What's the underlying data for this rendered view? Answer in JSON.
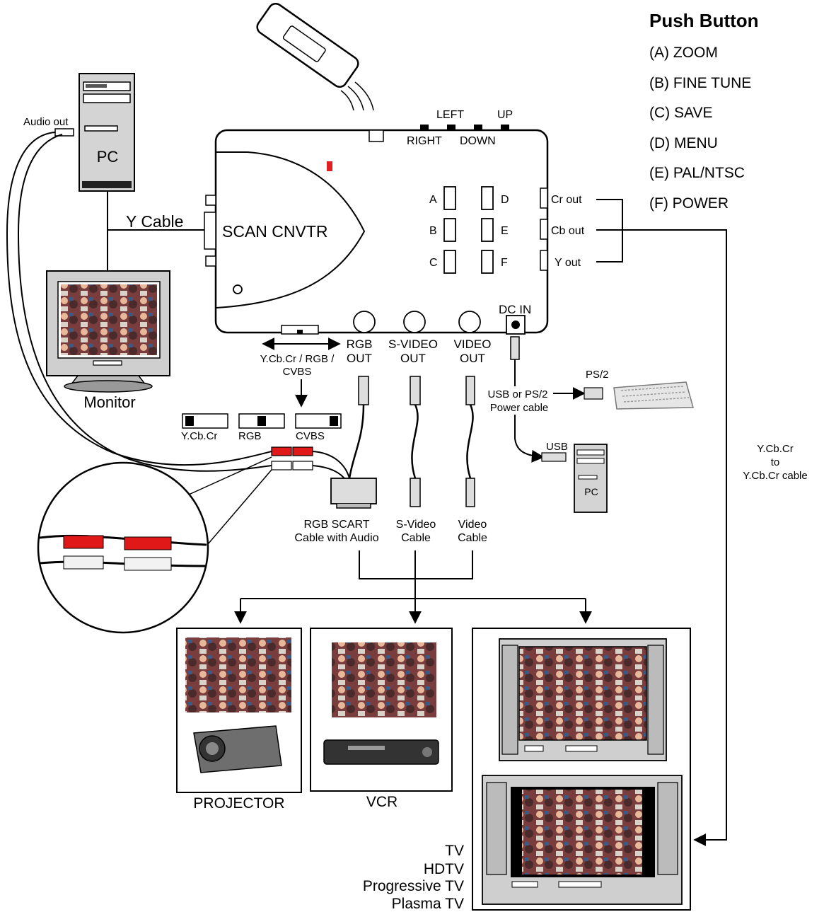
{
  "legend": {
    "title": "Push Button",
    "items": [
      "(A) ZOOM",
      "(B) FINE TUNE",
      "(C) SAVE",
      "(D) MENU",
      "(E) PAL/NTSC",
      "(F) POWER"
    ]
  },
  "pc": {
    "label": "PC",
    "audio_out": "Audio out",
    "y_cable": "Y Cable"
  },
  "monitor": {
    "label": "Monitor"
  },
  "converter": {
    "label": "SCAN CNVTR",
    "nav": {
      "left": "LEFT",
      "up": "UP",
      "right": "RIGHT",
      "down": "DOWN"
    },
    "buttons": [
      "A",
      "B",
      "C",
      "D",
      "E",
      "F"
    ],
    "outputs_right": [
      "Cr out",
      "Cb out",
      "Y out"
    ],
    "dc_in": "DC IN",
    "rgb_out": [
      "RGB",
      "OUT"
    ],
    "svideo_out": [
      "S-VIDEO",
      "OUT"
    ],
    "video_out": [
      "VIDEO",
      "OUT"
    ]
  },
  "switch": {
    "label": [
      "Y.Cb.Cr / RGB /",
      "CVBS"
    ],
    "positions": [
      "Y.Cb.Cr",
      "RGB",
      "CVBS"
    ]
  },
  "cables": {
    "scart": [
      "RGB SCART",
      "Cable with Audio"
    ],
    "svideo": [
      "S-Video",
      "Cable"
    ],
    "video": [
      "Video",
      "Cable"
    ],
    "power": [
      "USB or PS/2",
      "Power cable"
    ],
    "ps2": "PS/2",
    "usb": "USB",
    "pc2": "PC",
    "ycbcr": [
      "Y.Cb.Cr",
      "to",
      "Y.Cb.Cr cable"
    ]
  },
  "devices": {
    "projector": "PROJECTOR",
    "vcr": "VCR",
    "tv_types": [
      "TV",
      "HDTV",
      "Progressive TV",
      "Plasma TV"
    ]
  }
}
